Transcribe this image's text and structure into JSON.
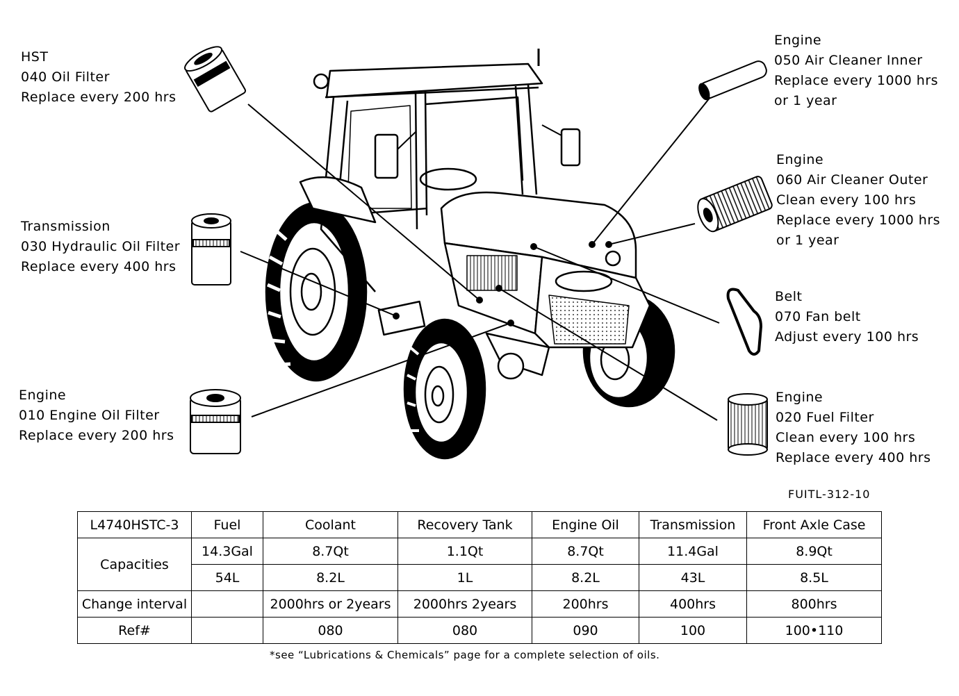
{
  "callouts": {
    "hst": {
      "line1": "HST",
      "line2": "040  Oil  Filter",
      "line3": "Replace  every  200  hrs"
    },
    "transmission": {
      "line1": "Transmission",
      "line2": "030  Hydraulic  Oil  Filter",
      "line3": "Replace  every  400  hrs"
    },
    "engine_oil": {
      "line1": "Engine",
      "line2": "010  Engine  Oil  Filter",
      "line3": "Replace  every  200  hrs"
    },
    "air_inner": {
      "line1": "Engine",
      "line2": "050  Air  Cleaner  Inner",
      "line3": "Replace  every  1000  hrs",
      "line4": "or  1  year"
    },
    "air_outer": {
      "line1": "Engine",
      "line2": "060  Air  Cleaner  Outer",
      "line3": "Clean  every  100  hrs",
      "line4": "Replace  every  1000  hrs",
      "line5": "or  1  year"
    },
    "belt": {
      "line1": "Belt",
      "line2": "070  Fan  belt",
      "line3": "Adjust  every  100  hrs"
    },
    "fuel": {
      "line1": "Engine",
      "line2": "020  Fuel  Filter",
      "line3": "Clean  every  100  hrs",
      "line4": "Replace  every  400  hrs"
    }
  },
  "figure_code": "FUITL-312-10",
  "table": {
    "model": "L4740HSTC-3",
    "headers": [
      "Fuel",
      "Coolant",
      "Recovery  Tank",
      "Engine  Oil",
      "Transmission",
      "Front  Axle  Case"
    ],
    "capacities_label": "Capacities",
    "cap_row1": [
      "14.3Gal",
      "8.7Qt",
      "1.1Qt",
      "8.7Qt",
      "11.4Gal",
      "8.9Qt"
    ],
    "cap_row2": [
      "54L",
      "8.2L",
      "1L",
      "8.2L",
      "43L",
      "8.5L"
    ],
    "interval_label": "Change  interval",
    "interval_row": [
      "",
      "2000hrs  or  2years",
      "2000hrs  2years",
      "200hrs",
      "400hrs",
      "800hrs"
    ],
    "ref_label": "Ref#",
    "ref_row": [
      "",
      "080",
      "080",
      "090",
      "100",
      "100•110"
    ]
  },
  "footnote": "*see “Lubrications & Chemicals” page for a complete selection of oils."
}
